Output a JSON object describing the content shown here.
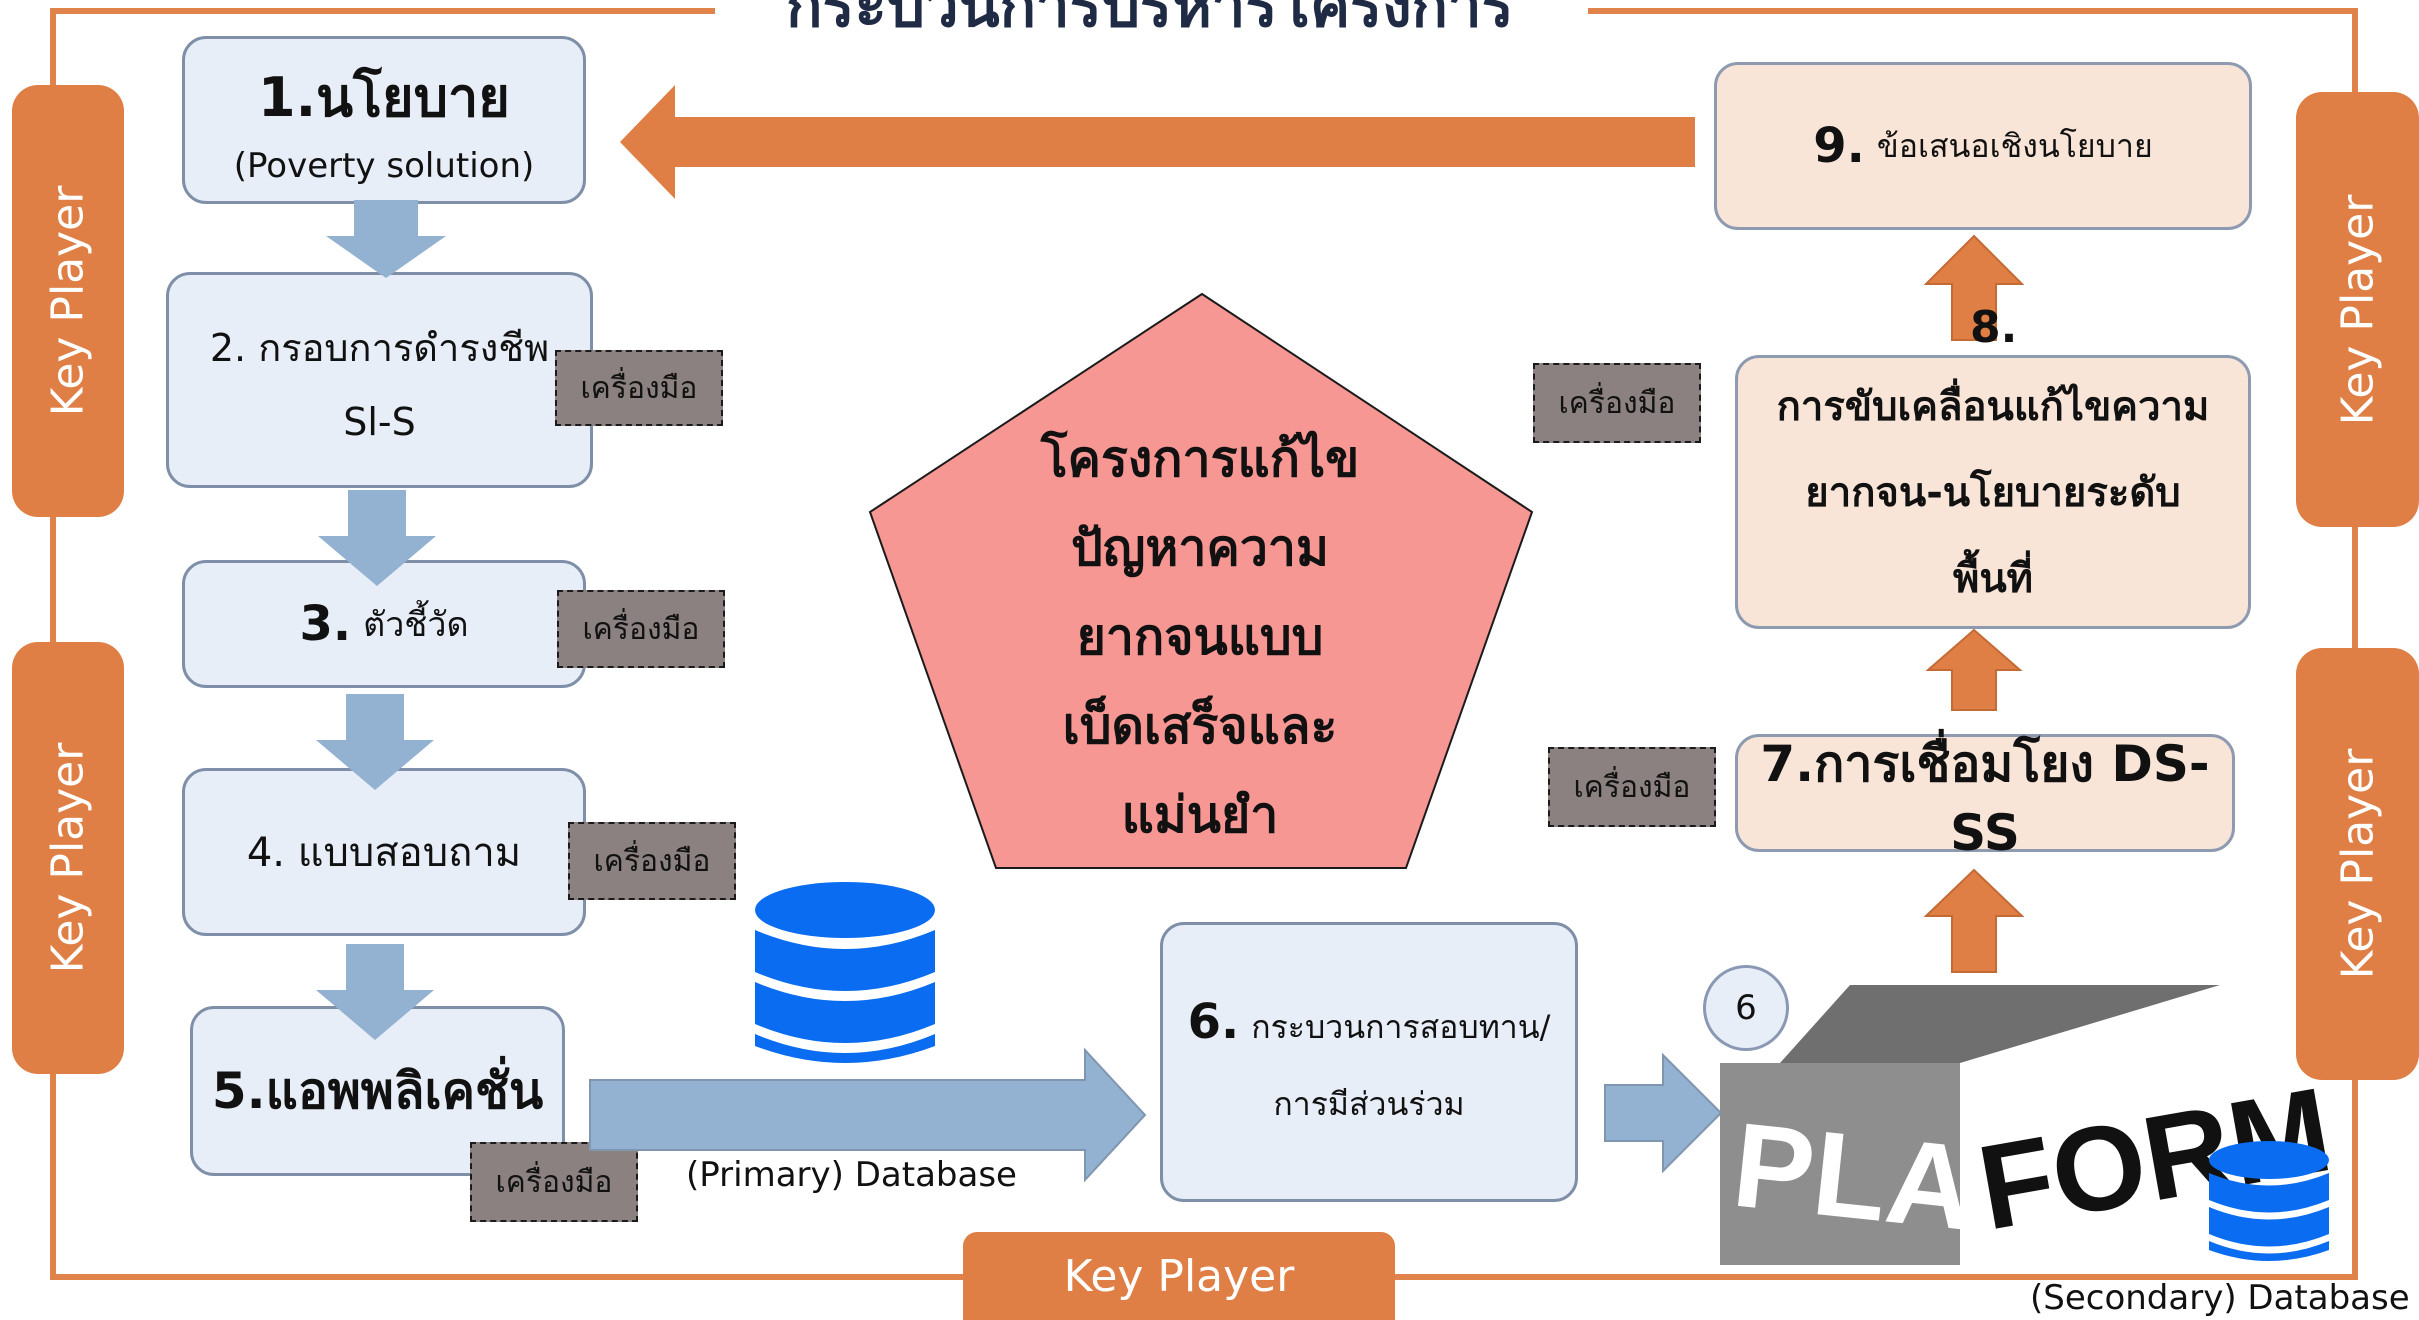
{
  "title": "กระบวนการบริหารโครงการ",
  "key_player_label": "Key Player",
  "steps": {
    "s1": {
      "title": "1.นโยบาย",
      "subtitle": "(Poverty solution)"
    },
    "s2": {
      "line1": "2. กรอบการดำรงชีพ",
      "line2": "Sl-S"
    },
    "s3": {
      "num": "3.",
      "text": "ตัวชี้วัด"
    },
    "s4": {
      "text": "4. แบบสอบถาม"
    },
    "s5": {
      "text": "5.แอพพลิเคชั่น"
    },
    "s6": {
      "num": "6.",
      "line1": "กระบวนการสอบทาน/",
      "line2": "การมีส่วนร่วม"
    },
    "s6_badge": "6",
    "s7": {
      "text": "7.การเชื่อมโยง DS-SS"
    },
    "s8": {
      "num": "8.",
      "line1": "การขับเคลื่อนแก้ไขความ",
      "line2": "ยากจน-นโยบายระดับ",
      "line3": "พื้นที่"
    },
    "s9": {
      "num": "9.",
      "text": "ข้อเสนอเชิงนโยบาย"
    }
  },
  "tool_label": "เครื่องมือ",
  "center": {
    "lines": [
      "โครงการแก้ไข",
      "ปัญหาความ",
      "ยากจนแบบ",
      "เบ็ดเสร็จและ",
      "แม่นยำ"
    ]
  },
  "primary_db_label": "(Primary) Database",
  "secondary_db_label": "(Secondary) Database",
  "platform": {
    "word1": "PLAT",
    "word2": "FORM"
  },
  "colors": {
    "orange": "#df7f45",
    "box_blue": "#e8eef7",
    "box_peach": "#f8e5d8",
    "arrow_blue": "#93b1d0",
    "db_blue": "#0a6cf0",
    "pentagon": "#f79794",
    "tool_gray": "#8a8180"
  }
}
